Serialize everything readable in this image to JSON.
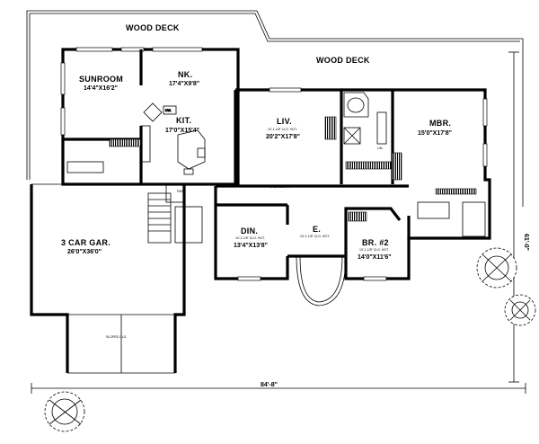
{
  "plan": {
    "deck_top": "WOOD DECK",
    "deck_right": "WOOD DECK",
    "rooms": {
      "sunroom": {
        "name": "SUNROOM",
        "size": "14'4\"X16'2\""
      },
      "nook": {
        "name": "NK.",
        "size": "17'4\"X9'8\""
      },
      "kitchen": {
        "name": "KIT.",
        "size": "17'0\"X15'4\""
      },
      "living": {
        "name": "LIV.",
        "ceiling": "10'-1 1/8\" CLG. HGT.",
        "size": "20'2\"X17'8\""
      },
      "master": {
        "name": "MBR.",
        "size": "15'0\"X17'8\""
      },
      "dining": {
        "name": "DIN.",
        "ceiling": "10'-1 1/8\" CLG. HGT.",
        "size": "13'4\"X13'8\""
      },
      "entry": {
        "name": "E.",
        "ceiling": "10'-1 1/8\" CLG. HGT."
      },
      "bedroom2": {
        "name": "BR. #2",
        "ceiling": "10'-1 1/8\" CLG. HGT.",
        "size": "14'0\"X11'6\""
      },
      "garage": {
        "name": "3 CAR GAR.",
        "size": "26'0\"X36'0\"",
        "note": "SLOPED CLG."
      },
      "pantry": {
        "name": "PAN."
      }
    },
    "notes": {
      "arch_soffit": "ARCH SOFFIT",
      "dw": "DW.",
      "lin": "LIN."
    },
    "dimensions": {
      "width": "84'-8\"",
      "depth": "61'-0\""
    }
  }
}
